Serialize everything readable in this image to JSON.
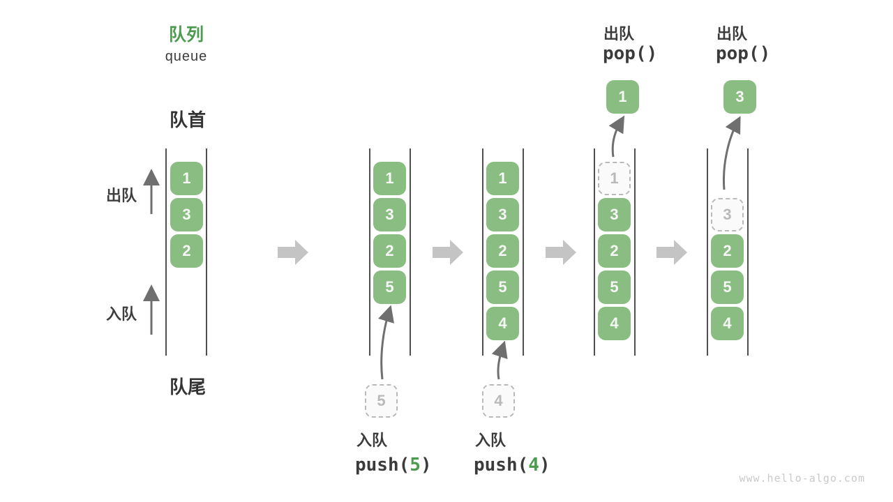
{
  "header": {
    "title_zh": "队列",
    "title_en": "queue"
  },
  "labels": {
    "front": "队首",
    "rear": "队尾",
    "dequeue_side": "出队",
    "enqueue_side": "入队"
  },
  "colors": {
    "box_green": "#8abd81",
    "accent_green": "#4c9b50",
    "text_dark": "#3b3b3b",
    "block_arrow_gray": "#c4c4c4",
    "thin_arrow_gray": "#6f6f6f",
    "dashed_gray": "#b9b9b9",
    "rail_gray": "#4f4f4f",
    "watermark_gray": "#c9c9c9"
  },
  "states": [
    {
      "slots": [
        {
          "value": "1"
        },
        {
          "value": "3"
        },
        {
          "value": "2"
        }
      ]
    },
    {
      "slots": [
        {
          "value": "1"
        },
        {
          "value": "3"
        },
        {
          "value": "2"
        },
        {
          "value": "5"
        }
      ]
    },
    {
      "slots": [
        {
          "value": "1"
        },
        {
          "value": "3"
        },
        {
          "value": "2"
        },
        {
          "value": "5"
        },
        {
          "value": "4"
        }
      ]
    },
    {
      "slots": [
        {
          "value": "1"
        },
        {
          "value": "3"
        },
        {
          "value": "2"
        },
        {
          "value": "5"
        },
        {
          "value": "4"
        }
      ]
    },
    {
      "slots": [
        {
          "value": "3"
        },
        {
          "value": "2"
        },
        {
          "value": "5"
        },
        {
          "value": "4"
        }
      ]
    }
  ],
  "staging": [
    {
      "value": "5"
    },
    {
      "value": "4"
    }
  ],
  "popped": [
    {
      "value": "1"
    },
    {
      "value": "3"
    }
  ],
  "operations": {
    "push5": {
      "label": "入队",
      "code_prefix": "push(",
      "arg": "5",
      "code_suffix": ")"
    },
    "push4": {
      "label": "入队",
      "code_prefix": "push(",
      "arg": "4",
      "code_suffix": ")"
    },
    "pop1": {
      "label": "出队",
      "code": "pop()"
    },
    "pop2": {
      "label": "出队",
      "code": "pop()"
    }
  },
  "watermark": "www.hello-algo.com"
}
